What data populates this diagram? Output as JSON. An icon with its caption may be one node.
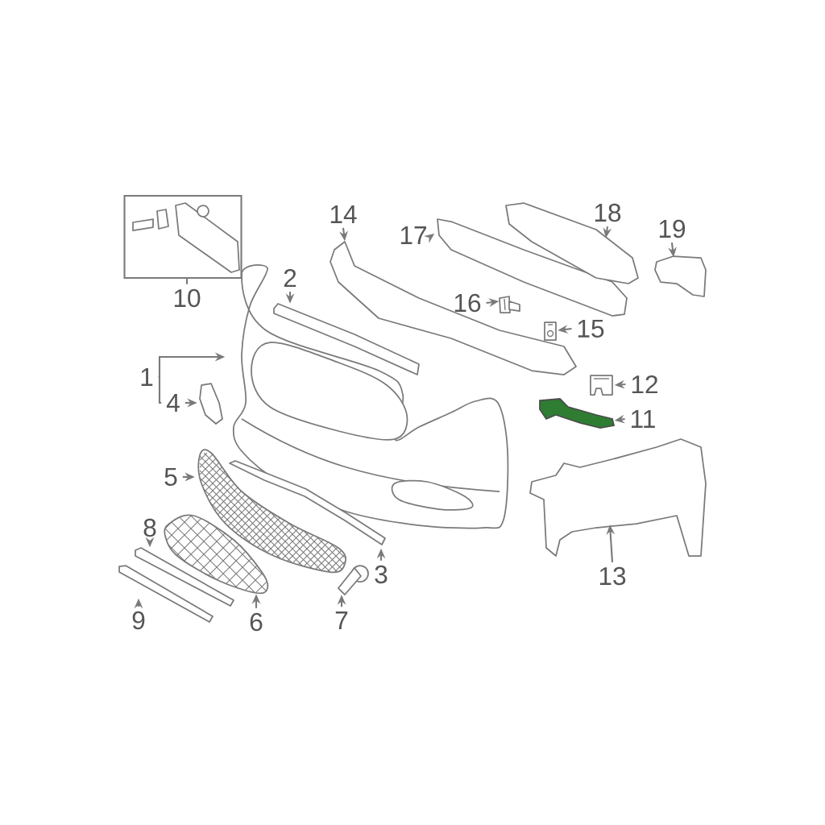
{
  "diagram": {
    "nodes": [
      {
        "text": [
          "1"
        ]
      },
      {
        "text": [
          "2"
        ]
      },
      {
        "text": [
          "3"
        ]
      },
      {
        "text": [
          "4"
        ]
      },
      {
        "text": [
          "5"
        ]
      },
      {
        "text": [
          "6"
        ]
      },
      {
        "text": [
          "7"
        ]
      },
      {
        "text": [
          "8"
        ]
      },
      {
        "text": [
          "9"
        ]
      },
      {
        "text": [
          "10"
        ]
      },
      {
        "text": [
          "11"
        ]
      },
      {
        "text": [
          "12"
        ]
      },
      {
        "text": [
          "13"
        ]
      },
      {
        "text": [
          "14"
        ]
      },
      {
        "text": [
          "15"
        ]
      },
      {
        "text": [
          "16"
        ]
      },
      {
        "text": [
          "17"
        ]
      },
      {
        "text": [
          "18"
        ]
      },
      {
        "text": [
          "19"
        ]
      },
      {
        "text": [],
        "shape": "picture"
      },
      {
        "text": [],
        "shape": "picture"
      },
      {
        "text": [],
        "shape": "picture"
      },
      {
        "text": [],
        "shape": "picture"
      },
      {
        "text": [],
        "shape": "picture"
      },
      {
        "text": [],
        "shape": "picture"
      },
      {
        "text": [],
        "shape": "picture"
      },
      {
        "text": [],
        "shape": "picture"
      },
      {
        "text": [],
        "shape": "picture"
      },
      {
        "text": [],
        "shape": "box"
      },
      {
        "text": [],
        "shape": "picture"
      },
      {
        "text": [],
        "shape": "picture"
      },
      {
        "text": [],
        "shape": "picture"
      },
      {
        "text": [],
        "shape": "picture"
      },
      {
        "text": [],
        "shape": "picture"
      },
      {
        "text": [],
        "shape": "picture"
      },
      {
        "text": [],
        "shape": "picture"
      },
      {
        "text": [],
        "shape": "picture"
      },
      {
        "text": [],
        "shape": "picture"
      }
    ],
    "edges": [
      {
        "from": 0,
        "to": 19,
        "arrow": "to"
      },
      {
        "from": 1,
        "to": 20,
        "arrow": "to"
      },
      {
        "from": 2,
        "to": 21,
        "arrow": "to"
      },
      {
        "from": 3,
        "to": 22,
        "arrow": "to"
      },
      {
        "from": 4,
        "to": 23,
        "arrow": "to"
      },
      {
        "from": 5,
        "to": 24,
        "arrow": "to"
      },
      {
        "from": 6,
        "to": 25,
        "arrow": "to"
      },
      {
        "from": 7,
        "to": 26,
        "arrow": "to"
      },
      {
        "from": 8,
        "to": 27,
        "arrow": "to"
      },
      {
        "from": 9,
        "to": 28,
        "arrow": "none"
      },
      {
        "from": 10,
        "to": 29,
        "arrow": "to"
      },
      {
        "from": 11,
        "to": 30,
        "arrow": "to"
      },
      {
        "from": 12,
        "to": 31,
        "arrow": "to"
      },
      {
        "from": 13,
        "to": 32,
        "arrow": "to"
      },
      {
        "from": 14,
        "to": 33,
        "arrow": "to"
      },
      {
        "from": 15,
        "to": 34,
        "arrow": "to"
      },
      {
        "from": 16,
        "to": 35,
        "arrow": "to"
      },
      {
        "from": 17,
        "to": 36,
        "arrow": "to"
      },
      {
        "from": 18,
        "to": 37,
        "arrow": "to"
      },
      {
        "from": 0,
        "to": 3,
        "arrow": "none"
      }
    ]
  }
}
